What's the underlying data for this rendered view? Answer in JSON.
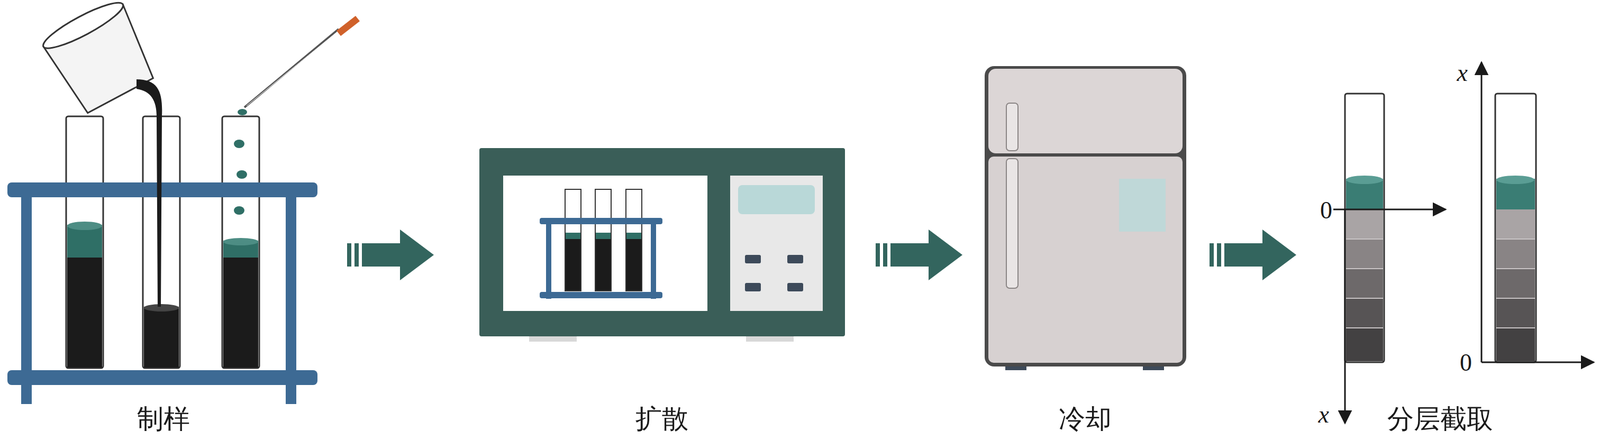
{
  "diagram": {
    "labels": [
      "制样",
      "扩散",
      "冷却",
      "分层截取",
      "0",
      "x",
      "x",
      "0"
    ]
  }
}
